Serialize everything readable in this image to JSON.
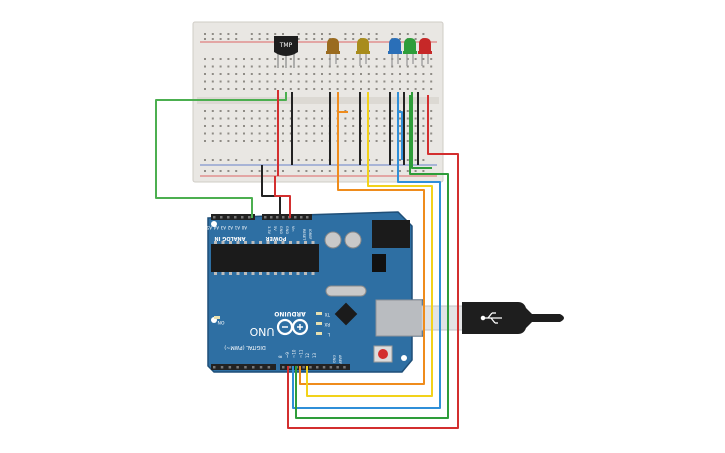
{
  "colors": {
    "breadboard": "#e9e7e3",
    "rail_red": "#d83a3a",
    "rail_blue": "#3a5fc0",
    "board_blue": "#2e6fa3",
    "board_edge": "#1f4f78",
    "header_black": "#222222",
    "wire_green": "#4caf50",
    "wire_black": "#222222",
    "wire_red": "#d32f2f",
    "wire_orange": "#ef8c1c",
    "wire_yellow": "#f2d21a",
    "wire_blue": "#2f8fd8",
    "wire_darkgreen": "#2e9d3a"
  },
  "sensor": {
    "label": "TMP"
  },
  "leds": [
    {
      "color": "#9a6b1f",
      "icon": "led-icon"
    },
    {
      "color": "#a88c1c",
      "icon": "led-icon"
    },
    {
      "color": "#2a6fb8",
      "icon": "led-icon"
    },
    {
      "color": "#2e9d3a",
      "icon": "led-icon"
    },
    {
      "color": "#c62828",
      "icon": "led-icon"
    }
  ],
  "arduino": {
    "brand": "ARDUINO",
    "model": "UNO",
    "digital_label": "DIGITAL (PWM~)",
    "power_label": "POWER",
    "analog_label": "ANALOG IN",
    "on_label": "ON",
    "tx_label": "TX",
    "rx_label": "RX",
    "l_label": "L",
    "ioref_label": "IOREF",
    "reset_label": "RESET",
    "aref_label": "AREF",
    "gnd_label": "GND",
    "pin_labels_digital": [
      "13",
      "12",
      "~11",
      "~10",
      "~9",
      "8"
    ],
    "pin_labels_analog": [
      "A0",
      "A1",
      "A2",
      "A3",
      "A4",
      "A5"
    ],
    "pin_labels_power": [
      "Vin",
      "GND",
      "GND",
      "5V",
      "3.3V"
    ]
  }
}
